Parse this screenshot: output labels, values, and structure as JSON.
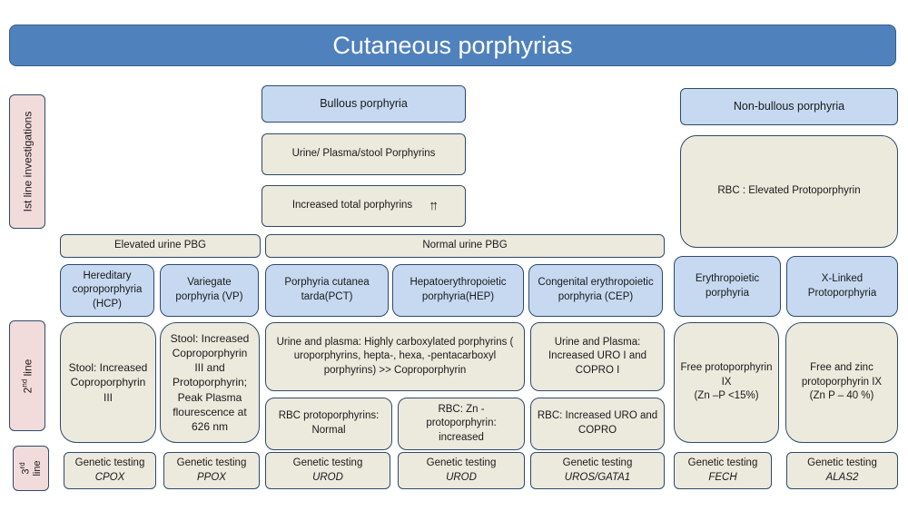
{
  "title": "Cutaneous porphyrias",
  "side_labels": {
    "first": "Ist line investigations",
    "second_num": "2",
    "second_sup": "nd",
    "second_rest": "line",
    "third_num": "3",
    "third_sup": "rd",
    "third_rest": "line"
  },
  "bullous": {
    "header": "Bullous porphyria",
    "test": "Urine/ Plasma/stool Porphyrins",
    "result": "Increased total porphyrins",
    "result_arrow": "↑↑"
  },
  "nonbullous": {
    "header": "Non-bullous porphyria",
    "result": "RBC : Elevated Protoporphyrin"
  },
  "pbg": {
    "elevated": "Elevated urine PBG",
    "normal": "Normal urine PBG"
  },
  "diseases": {
    "hcp": "Hereditary coproporphyria (HCP)",
    "vp": "Variegate porphyria (VP)",
    "pct": "Porphyria cutanea tarda(PCT)",
    "hep": "Hepatoerythropoietic porphyria(HEP)",
    "cep": "Congenital erythropoietic porphyria (CEP)",
    "ep": "Erythropoietic porphyria",
    "xlp": "X-Linked Protoporphyria"
  },
  "second_line": {
    "hcp": "Stool: Increased Coproporphyrin III",
    "vp": "Stool: Increased Coproporphyrin III and Protoporphyrin; Peak Plasma flourescence at 626 nm",
    "pct_hep": "Urine and plasma: Highly carboxylated porphyrins ( uroporphyrins, hepta-, hexa, -pentacarboxyl porphyrins) >> Coproporphyrin",
    "cep_urine": "Urine and Plasma: Increased URO I and COPRO I",
    "pct_rbc": "RBC protoporphyrins: Normal",
    "hep_rbc": "RBC: Zn - protoporphyrin: increased",
    "cep_rbc": "RBC: Increased URO and COPRO",
    "ep_line1": "Free protoporphyrin IX",
    "ep_line2": "(Zn –P <15%)",
    "xlp_line1": "Free and zinc protoporphyrin IX",
    "xlp_line2": "(Zn P – 40 %)"
  },
  "third_line": {
    "label": "Genetic testing",
    "hcp": "CPOX",
    "vp": "PPOX",
    "pct": "UROD",
    "hep": "UROD",
    "cep": "UROS/GATA1",
    "ep": "FECH",
    "xlp": "ALAS2"
  },
  "colors": {
    "title_fill": "#4f81bd",
    "header_fill": "#c6d9f1",
    "content_fill": "#ece9dd",
    "side_fill": "#f2dcdb",
    "border": "#2f4a6b"
  }
}
